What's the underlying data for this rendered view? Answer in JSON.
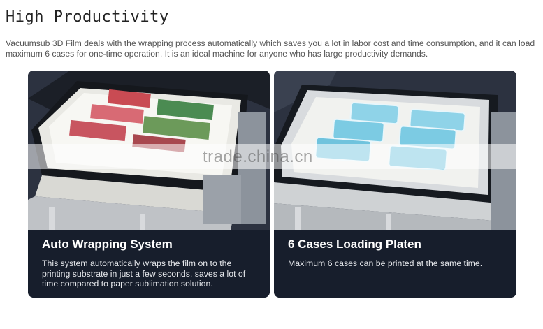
{
  "header": {
    "title": "High Productivity",
    "intro": "Vacuumsub 3D Film deals with the wrapping process automatically which saves you a lot in labor cost and time consumption, and it can load maximum 6 cases for one-time operation. It is an ideal machine for anyone who has large productivity demands."
  },
  "cards": [
    {
      "title": "Auto Wrapping System",
      "text": "This system automatically wraps the film on to the printing substrate in just a few seconds, saves a lot of time compared to paper sublimation solution."
    },
    {
      "title": "6 Cases Loading Platen",
      "text": "Maximum 6 cases can be printed at the same time."
    }
  ],
  "watermark": "trade.china.cn",
  "colors": {
    "card_bg": "#171e2c",
    "title": "#222222",
    "intro": "#555555"
  }
}
